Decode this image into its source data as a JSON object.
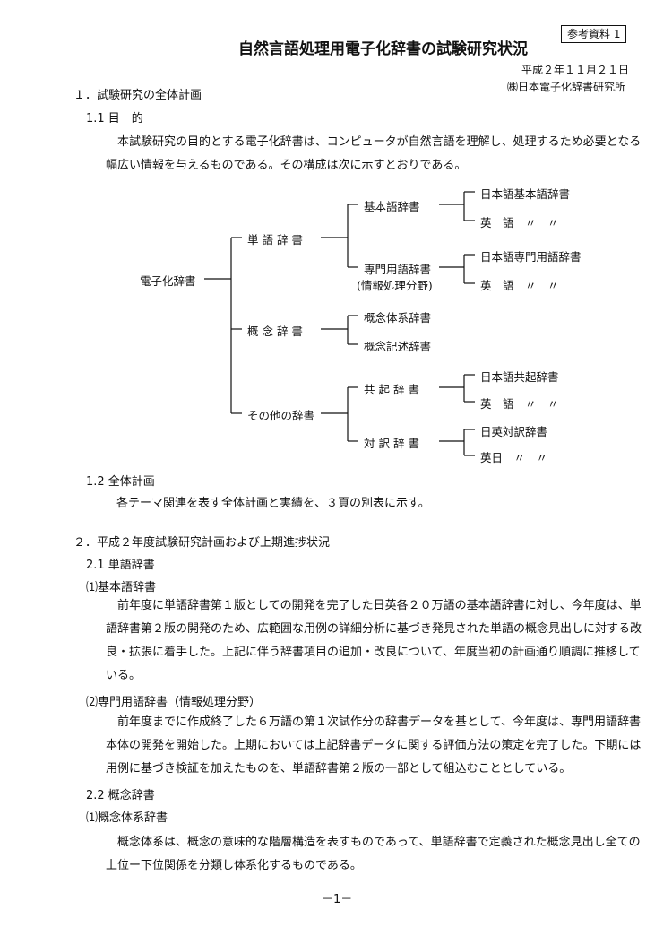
{
  "header": {
    "stamp": "参考資料 1",
    "title": "自然言語処理用電子化辞書の試験研究状況",
    "date": "平成２年１１月２１日",
    "org": "㈱日本電子化辞書研究所"
  },
  "sections": {
    "s1": "１．試験研究の全体計画",
    "s1_1": "1.1 目　的",
    "s1_1_body": "本試験研究の目的とする電子化辞書は、コンピュータが自然言語を理解し、処理するため必要となる幅広い情報を与えるものである。その構成は次に示すとおりである。",
    "s1_2": "1.2 全体計画",
    "s1_2_body": "各テーマ関連を表す全体計画と実績を、３頁の別表に示す。",
    "s2": "２．平成２年度試験研究計画および上期進捗状況",
    "s2_1": "2.1 単語辞書",
    "s2_1_1": "⑴基本語辞書",
    "s2_1_1_body": "前年度に単語辞書第１版としての開発を完了した日英各２０万語の基本語辞書に対し、今年度は、単語辞書第２版の開発のため、広範囲な用例の詳細分析に基づき発見された単語の概念見出しに対する改良・拡張に着手した。上記に伴う辞書項目の追加・改良について、年度当初の計画通り順調に推移している。",
    "s2_1_2": "⑵専門用語辞書（情報処理分野）",
    "s2_1_2_body": "前年度までに作成終了した６万語の第１次試作分の辞書データを基として、今年度は、専門用語辞書本体の開発を開始した。上期においては上記辞書データに関する評価方法の策定を完了した。下期には用例に基づき検証を加えたものを、単語辞書第２版の一部として組込むこととしている。",
    "s2_2": "2.2 概念辞書",
    "s2_2_1": "⑴概念体系辞書",
    "s2_2_1_body": "概念体系は、概念の意味的な階層構造を表すものであって、単語辞書で定義された概念見出し全ての上位ー下位関係を分類し体系化するものである。"
  },
  "tree": {
    "root": "電子化辞書",
    "word_dict": "単 語 辞 書",
    "basic_dict": "基本語辞書",
    "jp_basic": "日本語基本語辞書",
    "en_basic": "英　語　〃　〃",
    "tech_dict": "専門用語辞書",
    "tech_dict_sub": "(情報処理分野)",
    "jp_tech": "日本語専門用語辞書",
    "en_tech": "英　語　〃　〃",
    "concept_dict": "概 念 辞 書",
    "concept_system": "概念体系辞書",
    "concept_desc": "概念記述辞書",
    "other_dict": "その他の辞書",
    "cooc_dict": "共 起 辞 書",
    "jp_cooc": "日本語共起辞書",
    "en_cooc": "英　語　〃　〃",
    "bilingual_dict": "対 訳 辞 書",
    "jp_en_bilingual": "日英対訳辞書",
    "en_jp_bilingual": "英日　〃　〃"
  },
  "footer": {
    "page_number": "－1－"
  }
}
